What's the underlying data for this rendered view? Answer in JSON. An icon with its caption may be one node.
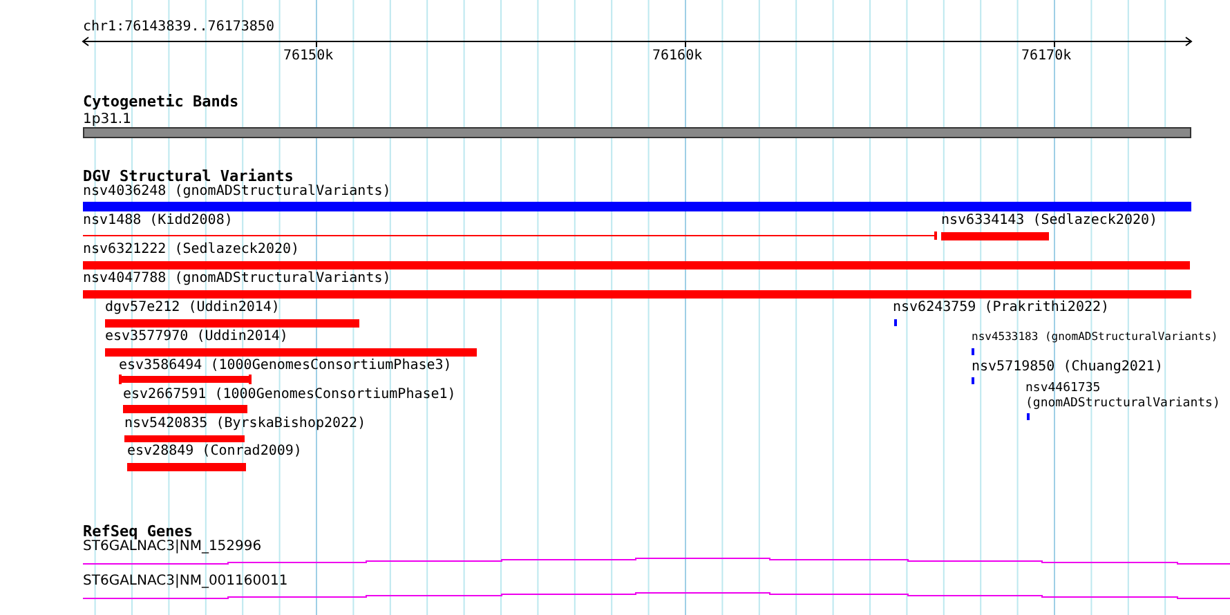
{
  "diagram": {
    "nodes": [
      {
        "text": [
          "1p31.1"
        ]
      },
      {
        "text": [
          "nsv4036248 (gnomADStructuralVariants)"
        ]
      },
      {
        "text": [
          "nsv1488 (Kidd2008)"
        ]
      },
      {
        "text": [
          "nsv6334143 (Sedlazeck2020)"
        ]
      },
      {
        "text": [
          "nsv6321222 (Sedlazeck2020)"
        ]
      },
      {
        "text": [
          "nsv4047788 (gnomADStructuralVariants)"
        ]
      },
      {
        "text": [
          "dgv57e212 (Uddin2014)"
        ]
      },
      {
        "text": [
          "nsv6243759 (Prakrithi2022)"
        ]
      },
      {
        "text": [
          "esv3577970 (Uddin2014)"
        ]
      },
      {
        "text": [
          "nsv4533183 (gnomADStructuralVariants)"
        ]
      },
      {
        "text": [
          "esv3586494 (1000GenomesConsortiumPhase3)"
        ]
      },
      {
        "text": [
          "nsv5719850 (Chuang2021)"
        ]
      },
      {
        "text": [
          "esv2667591 (1000GenomesConsortiumPhase1)"
        ]
      },
      {
        "text": [
          "nsv4461735 (gnomADStructuralVariants)"
        ]
      },
      {
        "text": [
          "nsv5420835 (ByrskaBishop2022)"
        ]
      },
      {
        "text": [
          "esv28849 (Conrad2009)"
        ]
      },
      {
        "text": [
          "ST6GALNAC3|NM_152996"
        ]
      },
      {
        "text": [
          "ST6GALNAC3|NM_001160011"
        ]
      }
    ],
    "labels": [
      "chr1:76143839..76173850",
      "76150k",
      "76160k",
      "76170k",
      "Cytogenetic Bands",
      "DGV Structural Variants",
      "RefSeq Genes"
    ]
  }
}
